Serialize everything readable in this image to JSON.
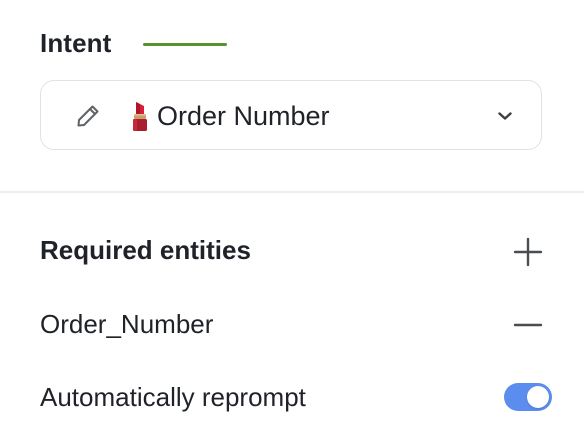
{
  "intent": {
    "title": "Intent",
    "underline_color": "#5a8f2e",
    "select": {
      "edit_icon": "pencil-icon",
      "emoji": "lipstick",
      "value": "Order Number",
      "expand_icon": "chevron-down-icon"
    }
  },
  "required_entities": {
    "heading": "Required entities",
    "add_icon": "plus-icon",
    "items": [
      {
        "name": "Order_Number",
        "remove_icon": "minus-icon"
      }
    ]
  },
  "reprompt": {
    "label": "Automatically reprompt",
    "enabled": true,
    "toggle_color": "#5b8def"
  }
}
